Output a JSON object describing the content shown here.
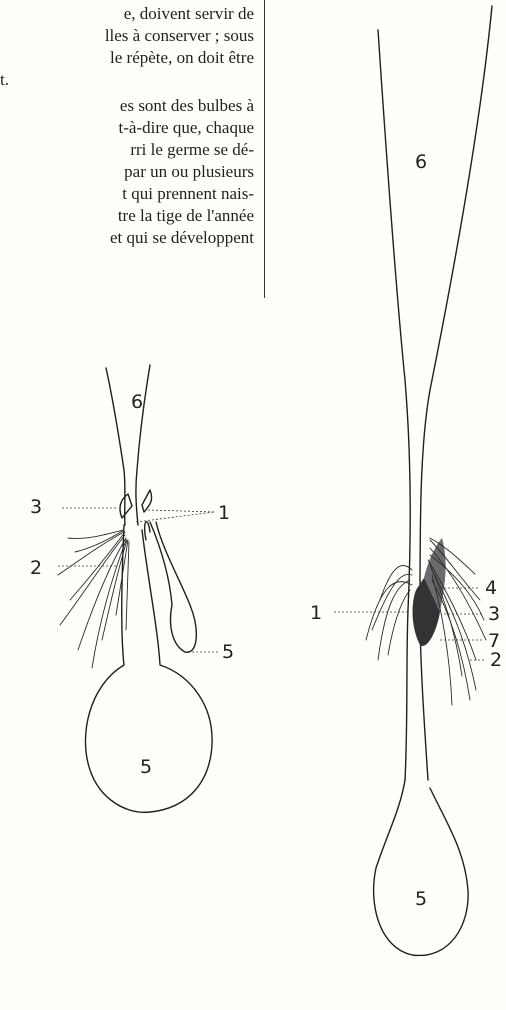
{
  "text_lines": [
    "e, doivent servir de",
    "lles à conserver ; sous",
    "le répète, on doit être",
    "t.",
    "es sont des bulbes à",
    "t-à-dire que, chaque",
    "rri le germe se dé-",
    "par un ou plusieurs",
    "t qui prennent nais-",
    "tre la tige de l'année",
    "et qui se développent"
  ],
  "figure_left": {
    "labels": {
      "top": "6",
      "l3": "3",
      "l2": "2",
      "l1": "1",
      "l5_small": "5",
      "l5_bulb": "5"
    }
  },
  "figure_right": {
    "labels": {
      "top": "6",
      "l4": "4",
      "l1": "1",
      "l3": "3",
      "l7": "7",
      "l2": "2",
      "l5_bulb": "5"
    }
  }
}
